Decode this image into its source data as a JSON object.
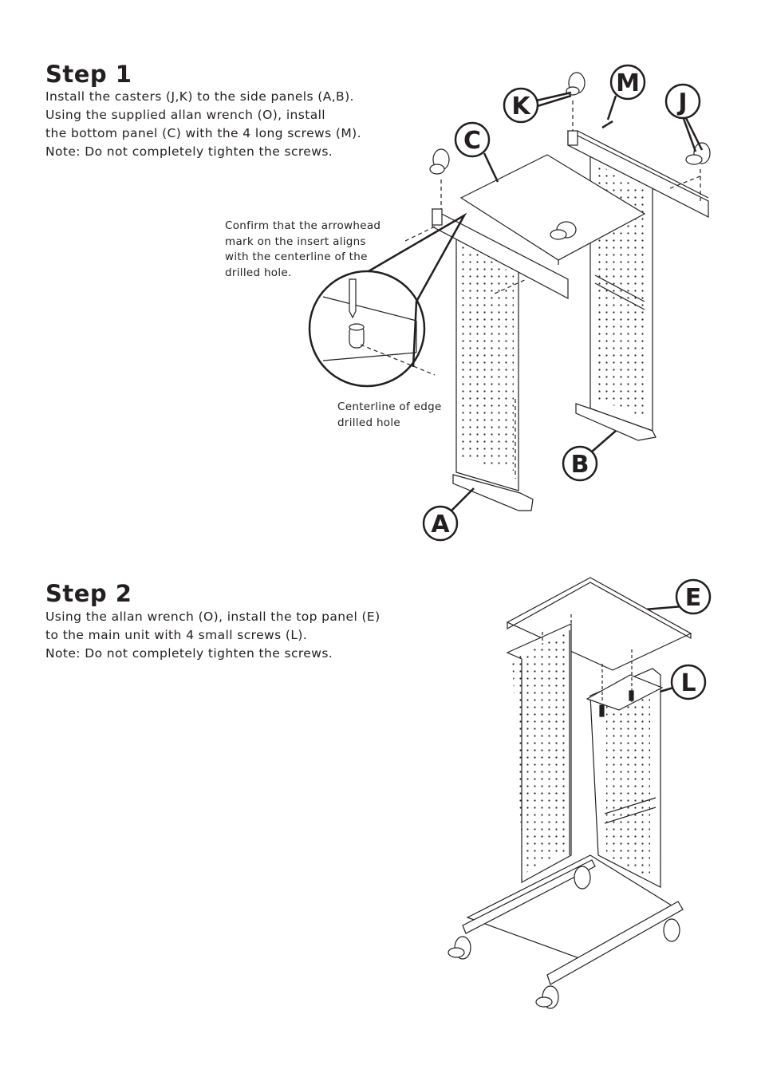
{
  "step1": {
    "title": "Step 1",
    "lines": [
      "Install the casters (J,K) to the side panels (A,B).",
      "Using the supplied allan wrench (O), install",
      "the bottom panel (C) with the 4 long screws (M).",
      "Note:  Do not completely tighten the screws."
    ],
    "detail_note": [
      "Confirm that the arrowhead",
      "mark on the insert aligns",
      "with the centerline of the",
      "drilled hole."
    ],
    "centerline_note": [
      "Centerline of edge",
      "drilled hole"
    ],
    "callouts": {
      "k": "K",
      "m": "M",
      "j": "J",
      "c": "C",
      "b": "B",
      "a": "A"
    }
  },
  "step2": {
    "title": "Step 2",
    "lines": [
      "Using the allan wrench (O), install the top panel (E)",
      "to the main unit with 4 small screws (L).",
      "Note:  Do not completely tighten the screws."
    ],
    "callouts": {
      "e": "E",
      "l": "L"
    }
  }
}
